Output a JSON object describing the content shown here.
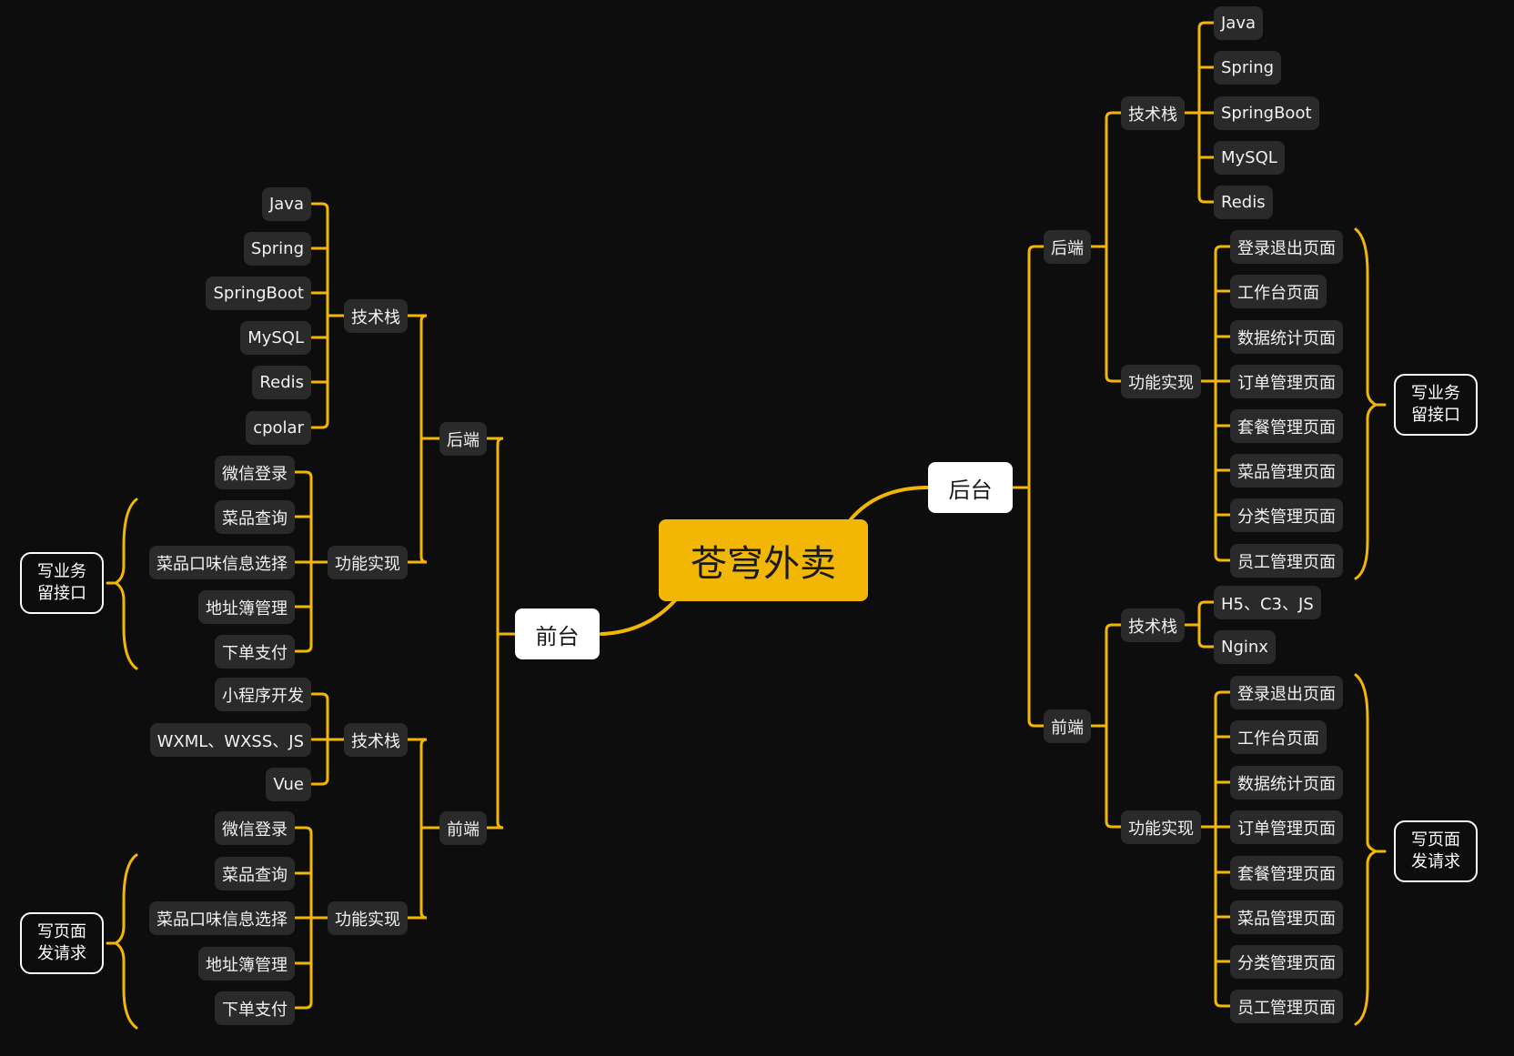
{
  "title": "苍穹外卖",
  "colors": {
    "line": "#f2b705",
    "root": "#f2b705",
    "leaf_bg": "#2a2a2a",
    "background": "#0d0d0d"
  },
  "left": {
    "label": "前台",
    "backend": {
      "label": "后端",
      "tech": {
        "label": "技术栈",
        "items": [
          "Java",
          "Spring",
          "SpringBoot",
          "MySQL",
          "Redis",
          "cpolar"
        ]
      },
      "func": {
        "label": "功能实现",
        "items": [
          "微信登录",
          "菜品查询",
          "菜品口味信息选择",
          "地址簿管理",
          "下单支付"
        ]
      },
      "note": [
        "写业务",
        "留接口"
      ]
    },
    "frontend": {
      "label": "前端",
      "tech": {
        "label": "技术栈",
        "items": [
          "小程序开发",
          "WXML、WXSS、JS",
          "Vue"
        ]
      },
      "func": {
        "label": "功能实现",
        "items": [
          "微信登录",
          "菜品查询",
          "菜品口味信息选择",
          "地址簿管理",
          "下单支付"
        ]
      },
      "note": [
        "写页面",
        "发请求"
      ]
    }
  },
  "right": {
    "label": "后台",
    "backend": {
      "label": "后端",
      "tech": {
        "label": "技术栈",
        "items": [
          "Java",
          "Spring",
          "SpringBoot",
          "MySQL",
          "Redis"
        ]
      },
      "func": {
        "label": "功能实现",
        "items": [
          "登录退出页面",
          "工作台页面",
          "数据统计页面",
          "订单管理页面",
          "套餐管理页面",
          "菜品管理页面",
          "分类管理页面",
          "员工管理页面"
        ]
      },
      "note": [
        "写业务",
        "留接口"
      ]
    },
    "frontend": {
      "label": "前端",
      "tech": {
        "label": "技术栈",
        "items": [
          "H5、C3、JS",
          "Nginx"
        ]
      },
      "func": {
        "label": "功能实现",
        "items": [
          "登录退出页面",
          "工作台页面",
          "数据统计页面",
          "订单管理页面",
          "套餐管理页面",
          "菜品管理页面",
          "分类管理页面",
          "员工管理页面"
        ]
      },
      "note": [
        "写页面",
        "发请求"
      ]
    }
  }
}
